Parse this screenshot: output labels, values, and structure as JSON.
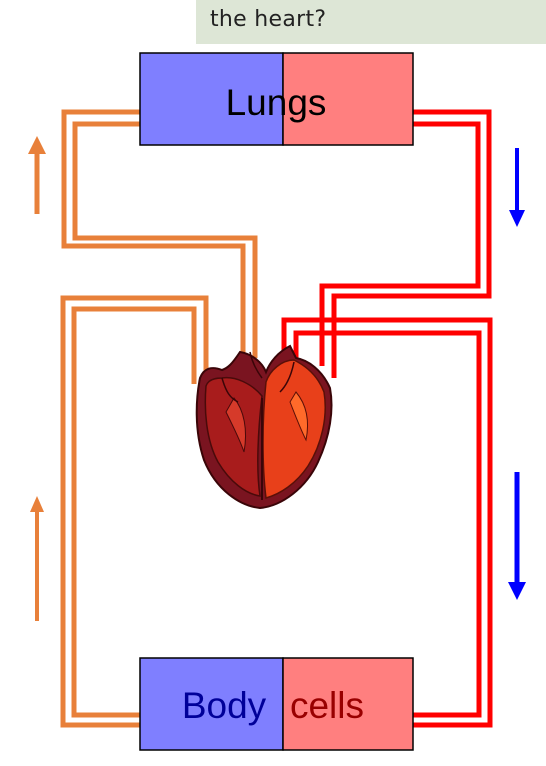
{
  "question": {
    "text": "the heart?"
  },
  "lungs": {
    "label": "Lungs",
    "left_color": "#7f7fff",
    "right_color": "#ff7f7f",
    "label_color": "#000000"
  },
  "body_cells": {
    "label_left": "Body",
    "label_right": "cells",
    "left_color": "#7f7fff",
    "right_color": "#ff7f7f",
    "left_text_color": "#000099",
    "right_text_color": "#990000"
  },
  "vessels": {
    "deoxygenated_color": "#e8803a",
    "oxygenated_color": "#ff0000"
  },
  "arrows": [
    {
      "name": "up-arrow-lungs-side",
      "direction": "up",
      "color": "#e8803a"
    },
    {
      "name": "down-arrow-lungs-side",
      "direction": "down",
      "color": "#0000ff"
    },
    {
      "name": "up-arrow-body-side",
      "direction": "up",
      "color": "#e8803a"
    },
    {
      "name": "down-arrow-body-side",
      "direction": "down",
      "color": "#0000ff"
    }
  ],
  "heart": {
    "icon": "heart-icon"
  }
}
